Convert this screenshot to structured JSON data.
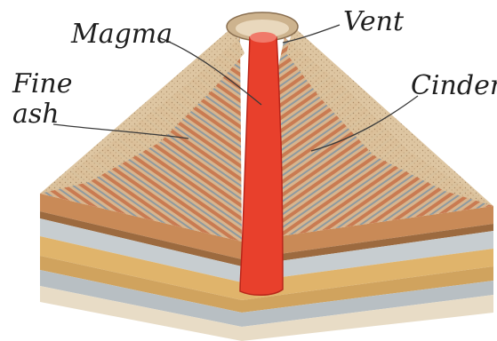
{
  "diagram": {
    "labels": {
      "magma": "Magma",
      "vent": "Vent",
      "fine_ash": [
        "Fine",
        "ash"
      ],
      "cinder": "Cinder"
    },
    "colors": {
      "magma": "#e8402c",
      "magma_dark": "#b9261a",
      "vent_top": "#f07a6a",
      "ash_surface": "#d9c19a",
      "cinder_stripe": "#c97b52",
      "cinder_grey": "#8e9aa0",
      "layer_brown": "#b27a49",
      "layer_grey": "#c7cdd0",
      "layer_tan": "#e0b46b",
      "layer_pale": "#e8dcc6"
    }
  }
}
